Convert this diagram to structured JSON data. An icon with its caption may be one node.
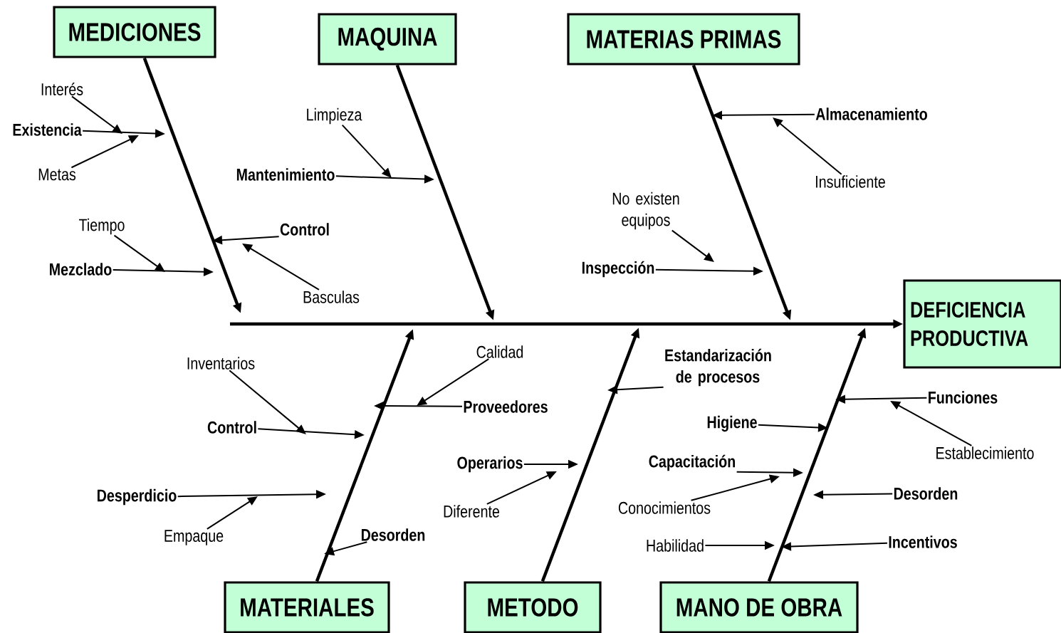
{
  "diagram": {
    "nodes": [
      {
        "text": [
          "MEDICIONES"
        ]
      },
      {
        "text": [
          "MAQUINA"
        ]
      },
      {
        "text": [
          "MATERIAS PRIMAS"
        ]
      },
      {
        "text": [
          "DEFICIENCIA PRODUCTIVA"
        ]
      },
      {
        "text": [
          "Interés"
        ]
      },
      {
        "text": [
          "Existencia"
        ]
      },
      {
        "text": [
          "Metas"
        ]
      },
      {
        "text": [
          "Limpieza"
        ]
      },
      {
        "text": [
          "Mantenimiento"
        ]
      },
      {
        "text": [
          "Almacenamiento"
        ]
      },
      {
        "text": [
          "Insuficiente"
        ]
      },
      {
        "text": [
          "No existen equipos"
        ]
      },
      {
        "text": [
          "Tiempo"
        ]
      },
      {
        "text": [
          "Control"
        ]
      },
      {
        "text": [
          "Mezclado"
        ]
      },
      {
        "text": [
          "Inspección"
        ]
      },
      {
        "text": [
          "Basculas"
        ]
      },
      {
        "text": [
          "Calidad"
        ]
      },
      {
        "text": [
          "Estandarización de procesos"
        ]
      },
      {
        "text": [
          "Inventarios"
        ]
      },
      {
        "text": [
          "Funciones"
        ]
      },
      {
        "text": [
          "Proveedores"
        ]
      },
      {
        "text": [
          "Higiene"
        ]
      },
      {
        "text": [
          "Control"
        ]
      },
      {
        "text": [
          "Establecimiento"
        ]
      },
      {
        "text": [
          "Capacitación"
        ]
      },
      {
        "text": [
          "Operarios"
        ]
      },
      {
        "text": [
          "Desorden"
        ]
      },
      {
        "text": [
          "Desperdicio"
        ]
      },
      {
        "text": [
          "Conocimientos"
        ]
      },
      {
        "text": [
          "Diferente"
        ]
      },
      {
        "text": [
          "Desorden"
        ]
      },
      {
        "text": [
          "Empaque"
        ]
      },
      {
        "text": [
          "Habilidad"
        ]
      },
      {
        "text": [
          "Incentivos"
        ]
      },
      {
        "text": [
          "MATERIALES"
        ]
      },
      {
        "text": [
          "METODO"
        ]
      },
      {
        "text": [
          "MANO DE OBRA"
        ]
      }
    ],
    "edges": [
      {
        "from": null,
        "to": 3,
        "arrow": "to",
        "style": "thick"
      },
      {
        "from": 0,
        "to": null,
        "arrow": "to",
        "style": "thick"
      },
      {
        "from": 1,
        "to": null,
        "arrow": "to",
        "style": "thick"
      },
      {
        "from": 2,
        "to": null,
        "arrow": "to",
        "style": "thick"
      },
      {
        "from": 35,
        "to": null,
        "arrow": "to",
        "style": "thick"
      },
      {
        "from": 36,
        "to": null,
        "arrow": "to",
        "style": "thick"
      },
      {
        "from": 37,
        "to": null,
        "arrow": "to",
        "style": "thick"
      },
      {
        "from": 4,
        "to": null,
        "arrow": "to"
      },
      {
        "from": 5,
        "to": null,
        "arrow": "to"
      },
      {
        "from": 6,
        "to": null,
        "arrow": "to"
      },
      {
        "from": 12,
        "to": null,
        "arrow": "to"
      },
      {
        "from": 14,
        "to": null,
        "arrow": "to"
      },
      {
        "from": 13,
        "to": null,
        "arrow": "to"
      },
      {
        "from": 16,
        "to": null,
        "arrow": "to"
      },
      {
        "from": 7,
        "to": null,
        "arrow": "to"
      },
      {
        "from": 8,
        "to": null,
        "arrow": "to"
      },
      {
        "from": 9,
        "to": null,
        "arrow": "to"
      },
      {
        "from": 10,
        "to": null,
        "arrow": "to"
      },
      {
        "from": 11,
        "to": null,
        "arrow": "to"
      },
      {
        "from": 15,
        "to": null,
        "arrow": "to"
      },
      {
        "from": 19,
        "to": null,
        "arrow": "to"
      },
      {
        "from": 23,
        "to": null,
        "arrow": "to"
      },
      {
        "from": 17,
        "to": null,
        "arrow": "to"
      },
      {
        "from": 21,
        "to": null,
        "arrow": "to"
      },
      {
        "from": 28,
        "to": null,
        "arrow": "to"
      },
      {
        "from": 32,
        "to": null,
        "arrow": "to"
      },
      {
        "from": 31,
        "to": null,
        "arrow": "to"
      },
      {
        "from": 18,
        "to": null,
        "arrow": "to"
      },
      {
        "from": 26,
        "to": null,
        "arrow": "to"
      },
      {
        "from": 30,
        "to": null,
        "arrow": "to"
      },
      {
        "from": 20,
        "to": null,
        "arrow": "to"
      },
      {
        "from": 24,
        "to": null,
        "arrow": "to"
      },
      {
        "from": 22,
        "to": null,
        "arrow": "to"
      },
      {
        "from": 25,
        "to": null,
        "arrow": "to"
      },
      {
        "from": 29,
        "to": null,
        "arrow": "to"
      },
      {
        "from": 27,
        "to": null,
        "arrow": "to"
      },
      {
        "from": 33,
        "to": null,
        "arrow": "to"
      },
      {
        "from": 34,
        "to": null,
        "arrow": "to"
      }
    ]
  }
}
